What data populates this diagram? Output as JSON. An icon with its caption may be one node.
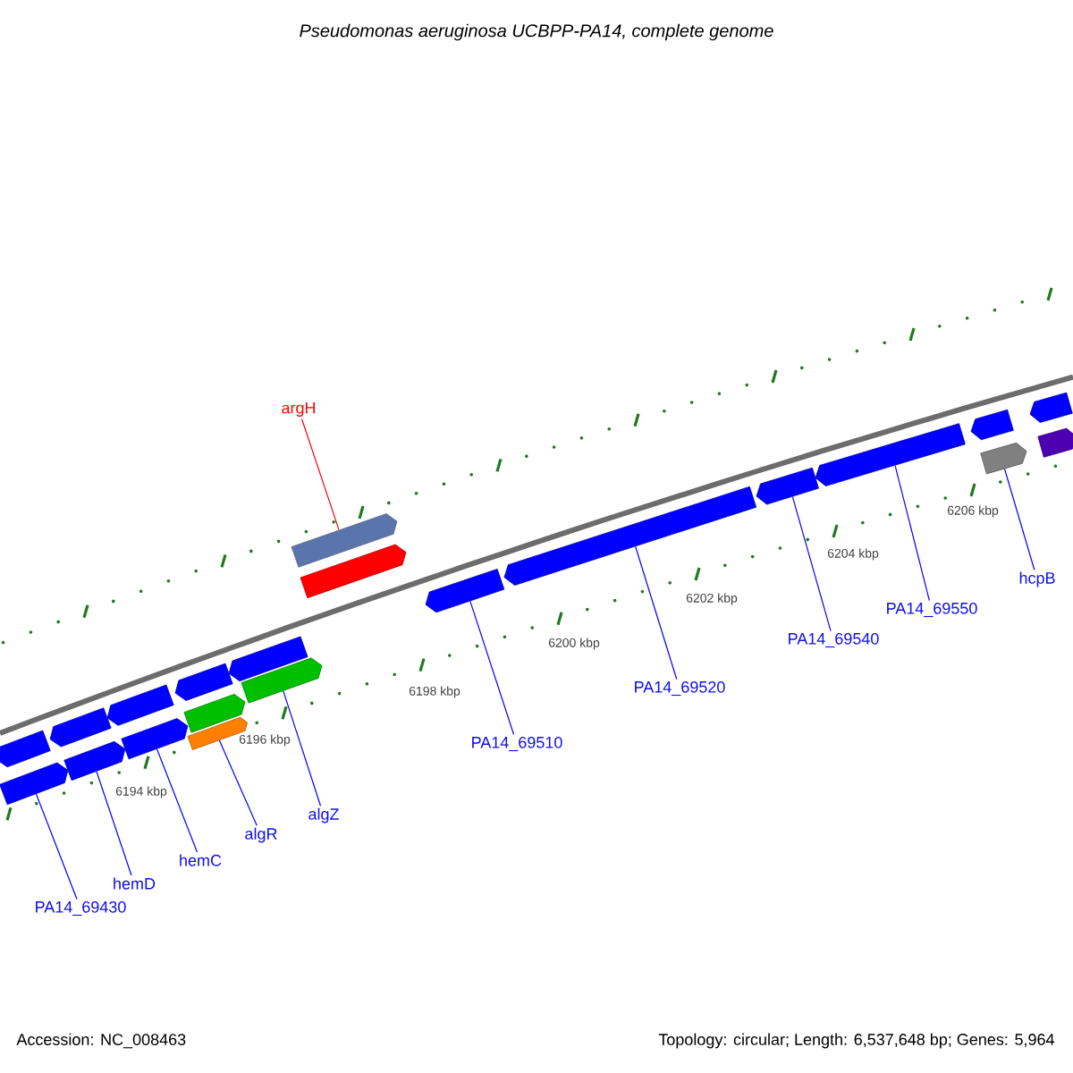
{
  "diagram": {
    "title": "*Pseudomonas aeruginosa* UCBPP-PA14, complete genome",
    "nodes": [
      {
        "text": [
          "argH"
        ]
      },
      {
        "text": [
          "PA14_69430"
        ]
      },
      {
        "text": [
          "hemD"
        ]
      },
      {
        "text": [
          "hemC"
        ]
      },
      {
        "text": [
          "algR"
        ]
      },
      {
        "text": [
          "algZ"
        ]
      },
      {
        "text": [
          "PA14_69510"
        ]
      },
      {
        "text": [
          "PA14_69520"
        ]
      },
      {
        "text": [
          "PA14_69540"
        ]
      },
      {
        "text": [
          "PA14_69550"
        ]
      },
      {
        "text": [
          "hcpB"
        ]
      },
      {
        "text": [],
        "shape": "bar"
      },
      {
        "text": [],
        "shape": "bar"
      },
      {
        "text": [],
        "shape": "bar"
      },
      {
        "text": [],
        "shape": "bar"
      },
      {
        "text": [],
        "shape": "bar"
      },
      {
        "text": [],
        "shape": "bar"
      },
      {
        "text": [],
        "shape": "bar"
      },
      {
        "text": [],
        "shape": "bar"
      },
      {
        "text": [],
        "shape": "bar"
      },
      {
        "text": [],
        "shape": "bar"
      },
      {
        "text": [],
        "shape": "bar"
      },
      {
        "text": [],
        "shape": "bar"
      },
      {
        "text": [],
        "shape": "bar"
      },
      {
        "text": [],
        "shape": "bar"
      },
      {
        "text": [],
        "shape": "bar"
      },
      {
        "text": [],
        "shape": "bar"
      },
      {
        "text": [],
        "shape": "bar"
      },
      {
        "text": [],
        "shape": "bar"
      },
      {
        "text": [],
        "shape": "bar"
      },
      {
        "text": [],
        "shape": "bar"
      },
      {
        "text": [],
        "shape": "bar"
      }
    ],
    "edges": [
      {
        "from": 0,
        "to": 16,
        "arrow": "none",
        "color": "#ff0000"
      },
      {
        "from": 1,
        "to": 11,
        "arrow": "none"
      },
      {
        "from": 2,
        "to": 12,
        "arrow": "none"
      },
      {
        "from": 3,
        "to": 13,
        "arrow": "none"
      },
      {
        "from": 4,
        "to": 14,
        "arrow": "none"
      },
      {
        "from": 5,
        "to": 15,
        "arrow": "none"
      },
      {
        "from": 6,
        "to": 17,
        "arrow": "none"
      },
      {
        "from": 7,
        "to": 18,
        "arrow": "none"
      },
      {
        "from": 8,
        "to": 19,
        "arrow": "none"
      },
      {
        "from": 9,
        "to": 20,
        "arrow": "none"
      },
      {
        "from": 10,
        "to": 21,
        "arrow": "none"
      }
    ],
    "labels": [
      "6194 kbp",
      "6196 kbp",
      "6198 kbp",
      "6200 kbp",
      "6202 kbp",
      "6204 kbp",
      "6206 kbp",
      "Accession: NC_008463",
      "Topology: circular; Length: 6,537,648 bp; Genes: 5,964"
    ]
  }
}
